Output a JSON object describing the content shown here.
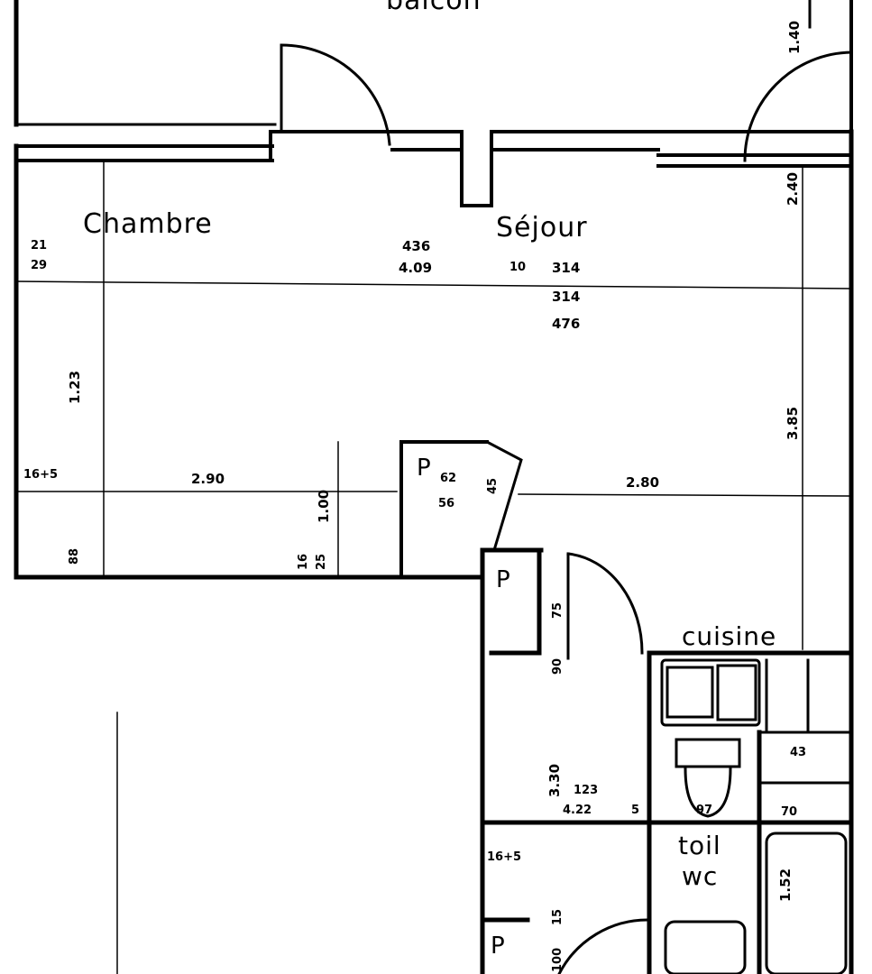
{
  "rooms": {
    "top": "balcon",
    "chambre": "Chambre",
    "sejour": "Séjour",
    "cuisine": "cuisine",
    "toil": "toil",
    "wc": "wc"
  },
  "placards": {
    "p1": "P",
    "p1_sub": "62",
    "p1_sub2": "56",
    "p2": "P",
    "p3": "P"
  },
  "dimensions": {
    "d_21": "21",
    "d_29": "29",
    "d_436": "436",
    "d_409": "4.09",
    "d_314a": "314",
    "d_314b": "314",
    "d_476": "476",
    "d_10": "10",
    "d_16_5a": "16+5",
    "d_290": "2.90",
    "d_280": "2.80",
    "d_16_5b": "16+5",
    "d_123": "123",
    "d_422": "4.22",
    "d_5": "5",
    "d_97": "97",
    "d_43": "43",
    "d_70": "70",
    "v_123": "1.23",
    "v_88": "88",
    "v_100": "1.00",
    "v_16": "16",
    "v_25": "25",
    "v_385": "3.85",
    "v_140": "1.40",
    "v_240": "2.40",
    "v_75": "75",
    "v_90": "90",
    "v_330": "3.30",
    "v_152": "1.52",
    "v_15": "15",
    "v_100b": "100",
    "v_45": "45"
  }
}
